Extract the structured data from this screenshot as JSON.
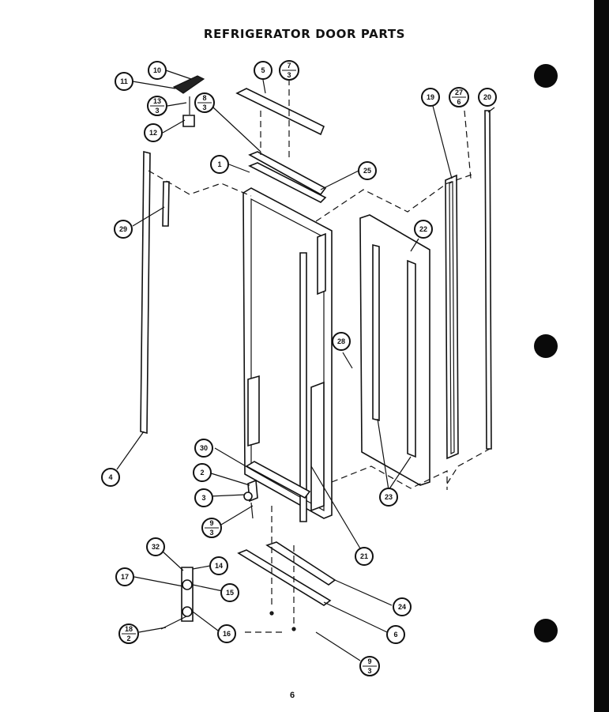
{
  "title": "REFRIGERATOR DOOR PARTS",
  "page_number": "6",
  "callouts": [
    {
      "id": "c10",
      "label": "10"
    },
    {
      "id": "c11",
      "label": "11"
    },
    {
      "id": "c13",
      "num": "13",
      "den": "3"
    },
    {
      "id": "c12",
      "label": "12"
    },
    {
      "id": "c5",
      "label": "5"
    },
    {
      "id": "c7",
      "num": "7",
      "den": "3"
    },
    {
      "id": "c8",
      "num": "8",
      "den": "3"
    },
    {
      "id": "c1",
      "label": "1"
    },
    {
      "id": "c25",
      "label": "25"
    },
    {
      "id": "c29",
      "label": "29"
    },
    {
      "id": "c19",
      "label": "19"
    },
    {
      "id": "c27",
      "num": "27",
      "den": "6"
    },
    {
      "id": "c20",
      "label": "20"
    },
    {
      "id": "c22",
      "label": "22"
    },
    {
      "id": "c28",
      "label": "28"
    },
    {
      "id": "c4",
      "label": "4"
    },
    {
      "id": "c30",
      "label": "30"
    },
    {
      "id": "c2",
      "label": "2"
    },
    {
      "id": "c3",
      "label": "3"
    },
    {
      "id": "c9a",
      "num": "9",
      "den": "3"
    },
    {
      "id": "c23",
      "label": "23"
    },
    {
      "id": "c21",
      "label": "21"
    },
    {
      "id": "c32",
      "label": "32"
    },
    {
      "id": "c14",
      "label": "14"
    },
    {
      "id": "c17",
      "label": "17"
    },
    {
      "id": "c15",
      "label": "15"
    },
    {
      "id": "c18",
      "num": "18",
      "den": "2"
    },
    {
      "id": "c16",
      "label": "16"
    },
    {
      "id": "c24",
      "label": "24"
    },
    {
      "id": "c6",
      "label": "6"
    },
    {
      "id": "c9b",
      "num": "9",
      "den": "3"
    }
  ]
}
